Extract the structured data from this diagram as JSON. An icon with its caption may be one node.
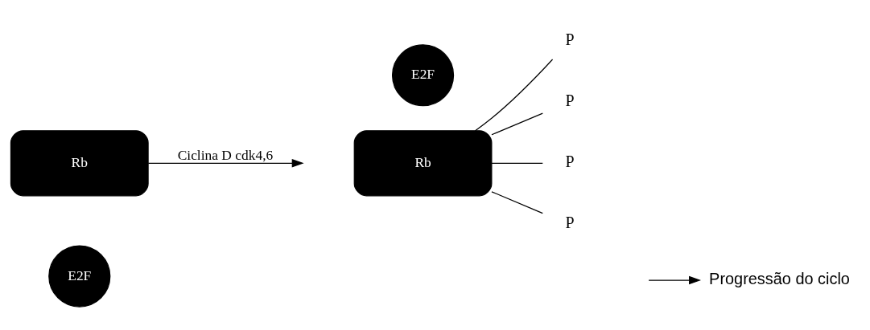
{
  "diagram": {
    "nodes": [
      {
        "text": [
          "Rb"
        ]
      },
      {
        "text": [
          "E2F"
        ]
      },
      {
        "text": [
          "Rb"
        ]
      },
      {
        "text": [
          "P"
        ]
      },
      {
        "text": [
          "P"
        ]
      },
      {
        "text": [
          "P"
        ]
      },
      {
        "text": [
          "P"
        ]
      },
      {
        "text": [
          "E2F"
        ]
      },
      {
        "text": [
          "Progressão do ciclo"
        ]
      }
    ],
    "edges": [
      {
        "from": 0,
        "to": null,
        "arrow": "to",
        "label": "Ciclina D cdk4,6"
      },
      {
        "from": 2,
        "to": 3,
        "arrow": "none"
      },
      {
        "from": 2,
        "to": 4,
        "arrow": "none"
      },
      {
        "from": 2,
        "to": 5,
        "arrow": "none"
      },
      {
        "from": 2,
        "to": 6,
        "arrow": "none"
      },
      {
        "from": null,
        "to": 8,
        "arrow": "to"
      }
    ]
  }
}
